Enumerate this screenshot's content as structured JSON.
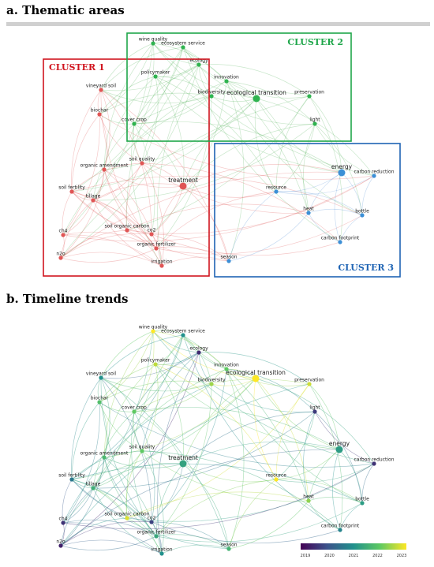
{
  "section_a": {
    "title": "a. Thematic areas"
  },
  "section_b": {
    "title": "b. Timeline trends"
  },
  "clusters": [
    {
      "label": "CLUSTER 1",
      "color": "#d0141e"
    },
    {
      "label": "CLUSTER 2",
      "color": "#1fa64a"
    },
    {
      "label": "CLUSTER 3",
      "color": "#1f64b4"
    }
  ],
  "colorbar": {
    "ticks": [
      "2019",
      "2020",
      "2021",
      "2022",
      "2023"
    ]
  },
  "network": {
    "nodes": [
      {
        "id": "wine-quality",
        "label": "wine quality",
        "cluster": 2,
        "year": 2023
      },
      {
        "id": "ecosystem-service",
        "label": "ecosystem service",
        "cluster": 2,
        "year": 2021
      },
      {
        "id": "ecology",
        "label": "ecology",
        "cluster": 2,
        "year": 2019.5
      },
      {
        "id": "policymaker",
        "label": "policymaker",
        "cluster": 2,
        "year": 2022.6
      },
      {
        "id": "innovation",
        "label": "innovation",
        "cluster": 2,
        "year": 2022
      },
      {
        "id": "biodiversity",
        "label": "biodiversity",
        "cluster": 2,
        "year": 2022.4
      },
      {
        "id": "ecological-transition",
        "label": "ecological transition",
        "cluster": 2,
        "year": 2023,
        "big": true
      },
      {
        "id": "preservation",
        "label": "preservation",
        "cluster": 2,
        "year": 2022.7
      },
      {
        "id": "cover-crop",
        "label": "cover crop",
        "cluster": 2,
        "year": 2022
      },
      {
        "id": "light",
        "label": "light",
        "cluster": 2,
        "year": 2019.7
      },
      {
        "id": "vineyard-soil",
        "label": "vineyard soil",
        "cluster": 1,
        "year": 2021
      },
      {
        "id": "biochar",
        "label": "biochar",
        "cluster": 1,
        "year": 2021.8
      },
      {
        "id": "soil-quality",
        "label": "soil quality",
        "cluster": 1,
        "year": 2022
      },
      {
        "id": "organic-amendment",
        "label": "organic amendment",
        "cluster": 1,
        "year": 2021.7
      },
      {
        "id": "treatment",
        "label": "treatment",
        "cluster": 1,
        "year": 2021.3,
        "big": true
      },
      {
        "id": "soil-fertility",
        "label": "soil fertility",
        "cluster": 1,
        "year": 2020.6
      },
      {
        "id": "tillage",
        "label": "tillage",
        "cluster": 1,
        "year": 2021.5
      },
      {
        "id": "soil-organic-carbon",
        "label": "soil organic carbon",
        "cluster": 1,
        "year": 2022.8
      },
      {
        "id": "co2",
        "label": "co2",
        "cluster": 1,
        "year": 2019.8
      },
      {
        "id": "n2o",
        "label": "n2o",
        "cluster": 1,
        "year": 2019.4
      },
      {
        "id": "organic-fertilizer",
        "label": "organic fertilizer",
        "cluster": 1,
        "year": 2021.4
      },
      {
        "id": "irrigation",
        "label": "irrigation",
        "cluster": 1,
        "year": 2021
      },
      {
        "id": "ch4",
        "label": "ch4",
        "cluster": 1,
        "year": 2019.6
      },
      {
        "id": "energy",
        "label": "energy",
        "cluster": 3,
        "year": 2021.2,
        "big": true
      },
      {
        "id": "carbon-reduction",
        "label": "carbon reduction",
        "cluster": 3,
        "year": 2019.6
      },
      {
        "id": "resource",
        "label": "resource",
        "cluster": 3,
        "year": 2023
      },
      {
        "id": "heat",
        "label": "heat",
        "cluster": 3,
        "year": 2022.3
      },
      {
        "id": "bottle",
        "label": "bottle",
        "cluster": 3,
        "year": 2021.2
      },
      {
        "id": "carbon-footprint",
        "label": "carbon footprint",
        "cluster": 3,
        "year": 2020.8
      },
      {
        "id": "season",
        "label": "season",
        "cluster": 3,
        "year": 2021.6
      }
    ]
  }
}
